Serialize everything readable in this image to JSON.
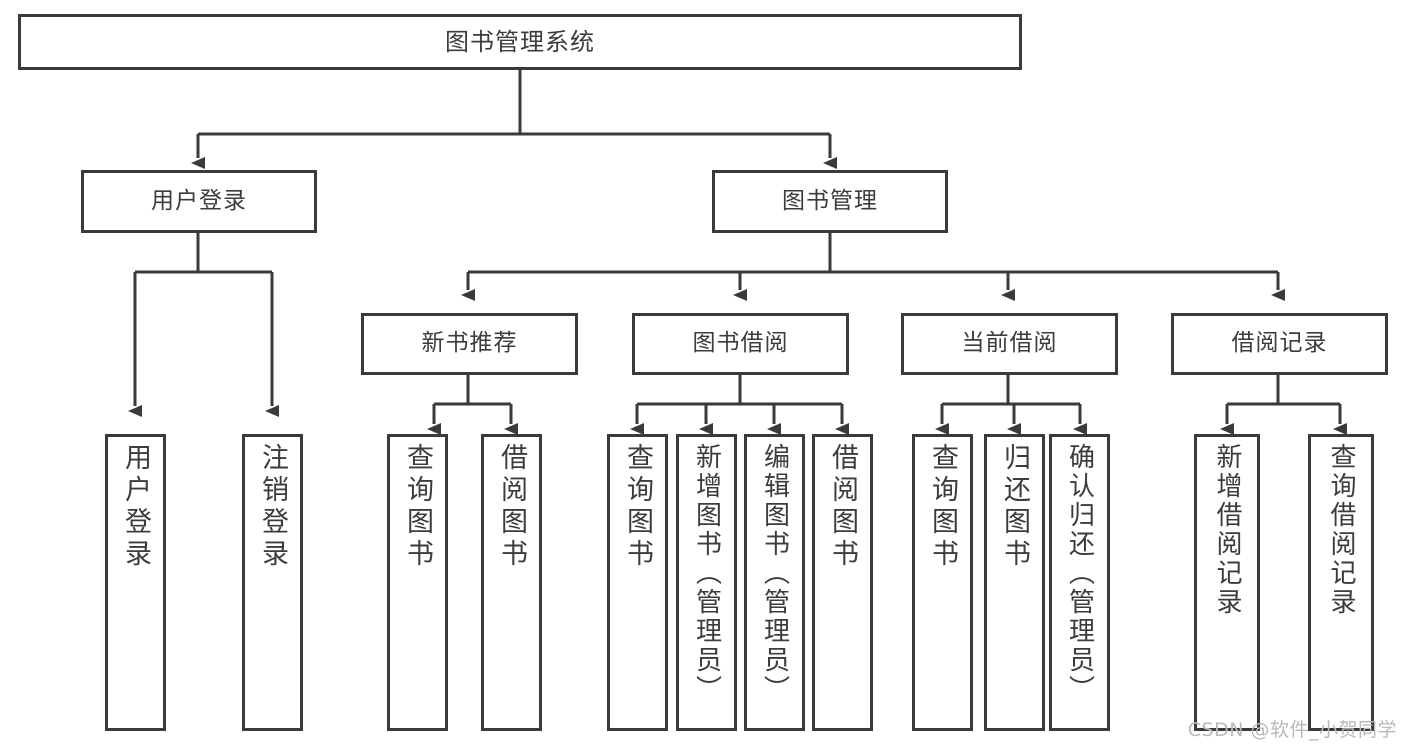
{
  "diagram": {
    "type": "tree",
    "title": "图书管理系统",
    "root": {
      "id": "root",
      "label": "图书管理系统"
    },
    "level2": [
      {
        "id": "user-login",
        "label": "用户登录"
      },
      {
        "id": "book-manage",
        "label": "图书管理"
      }
    ],
    "level3": [
      {
        "id": "new-book-recommend",
        "label": "新书推荐",
        "parent": "book-manage"
      },
      {
        "id": "book-borrow",
        "label": "图书借阅",
        "parent": "book-manage"
      },
      {
        "id": "current-borrow",
        "label": "当前借阅",
        "parent": "book-manage"
      },
      {
        "id": "borrow-record",
        "label": "借阅记录",
        "parent": "book-manage"
      }
    ],
    "leaves": {
      "user_login": [
        {
          "id": "leaf-user-login",
          "label": "用户登录"
        },
        {
          "id": "leaf-logout",
          "label": "注销登录"
        }
      ],
      "new_book_recommend": [
        {
          "id": "leaf-query-book-1",
          "label": "查询图书"
        },
        {
          "id": "leaf-borrow-book-1",
          "label": "借阅图书"
        }
      ],
      "book_borrow": [
        {
          "id": "leaf-query-book-2",
          "label": "查询图书"
        },
        {
          "id": "leaf-add-book",
          "label": "新增图书（管理员）"
        },
        {
          "id": "leaf-edit-book",
          "label": "编辑图书（管理员）"
        },
        {
          "id": "leaf-borrow-book-2",
          "label": "借阅图书"
        }
      ],
      "current_borrow": [
        {
          "id": "leaf-query-book-3",
          "label": "查询图书"
        },
        {
          "id": "leaf-return-book",
          "label": "归还图书"
        },
        {
          "id": "leaf-confirm-return",
          "label": "确认归还（管理员）"
        }
      ],
      "borrow_record": [
        {
          "id": "leaf-add-record",
          "label": "新增借阅记录"
        },
        {
          "id": "leaf-query-record",
          "label": "查询借阅记录"
        }
      ]
    }
  },
  "watermark": {
    "text": "CSDN @软件_小贺同学"
  },
  "colors": {
    "stroke": "#3a3a3a",
    "text": "#3c3c3c",
    "background": "#ffffff",
    "watermark": "#b9b9b9"
  }
}
